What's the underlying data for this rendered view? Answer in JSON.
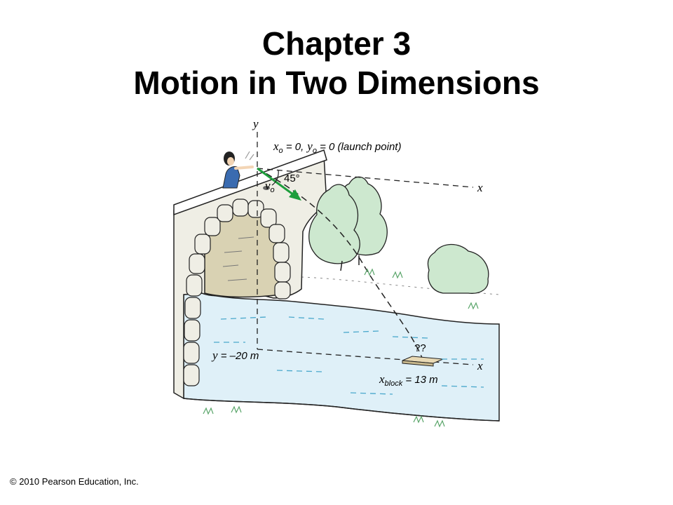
{
  "slide": {
    "title_line1": "Chapter 3",
    "title_line2": "Motion in Two Dimensions",
    "copyright": "© 2010 Pearson Education, Inc."
  },
  "figure": {
    "y_axis_top": "y",
    "x_axis_top": "x",
    "x_axis_bottom": "x",
    "launch": {
      "x_var": "x",
      "x_sub": "o",
      "x_eq": " = 0,",
      "y_var": "y",
      "y_sub": "o",
      "y_eq": " = 0 (launch point)"
    },
    "v_var": "v",
    "v_sub": "o",
    "angle": "45°",
    "drop_var": "y",
    "drop_eq": " = –20 m",
    "unknown": "??",
    "block_var": "x",
    "block_sub": "block",
    "block_eq": " = 13 m",
    "colors": {
      "water": "#dff0f8",
      "stone": "#efeee5",
      "tree": "#cde8cf",
      "arrow": "#1e9e3c",
      "block": "#e8d9b4"
    }
  }
}
